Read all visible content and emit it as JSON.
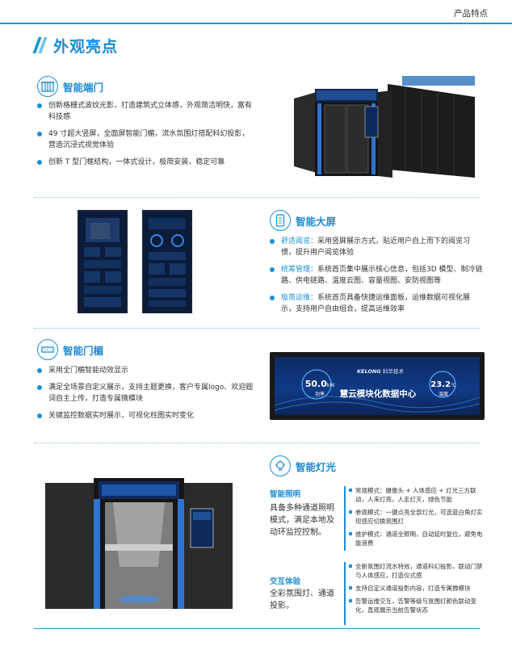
{
  "header": {
    "tag": "产品特点"
  },
  "page_title": "外观亮点",
  "sections": {
    "port": {
      "title": "智能端门",
      "bullets": [
        "创新格栅式波纹光影，打造建筑式立体感，外观简洁明快，富有科技感",
        "49 寸超大竖屏，全面屏智能门楣，流水氛围灯搭配科幻投影，营造沉浸式视觉体验",
        "创新 T 型门框结构，一体式设计，极简安装，稳定可靠"
      ]
    },
    "screen": {
      "title": "智能大屏",
      "bullets": [
        {
          "key": "舒适阅览：",
          "text": "采用竖屏展示方式，贴近用户自上而下的阅览习惯，提升用户阅览体验"
        },
        {
          "key": "统筹管理：",
          "text": "系统首页集中展示核心信息，包括3D 模型、制冷链路、供电链路、温度云图、容量视图、安防视图等"
        },
        {
          "key": "极简运维：",
          "text": "系统首页具备快捷运维面板，运维数据可视化展示，支持用户自由组合，提高运维效率"
        }
      ]
    },
    "lintel": {
      "title": "智能门楣",
      "bullets": [
        "采用全门楣智能动效显示",
        "满足全场景自定义展示，支持主题更换，客户专属logo、欢迎题词自主上传，打造专属微模块",
        "关键监控数据实时展示，可视化柱图实时变化"
      ],
      "banner": {
        "brand": "KELONG",
        "brand_cn": "科华技术",
        "headline": "慧云模块化数据中心",
        "left_value": "50.0",
        "left_unit": "kW",
        "left_label": "功率",
        "right_value": "23.2",
        "right_unit": "℃",
        "right_label": "温度"
      }
    },
    "light": {
      "title": "智能灯光",
      "smart_label": "智能照明",
      "smart_desc": "具备多种通道照明模式，满足本地及动环监控控制。",
      "smart_items": [
        "常规模式：摄像头 + 人体感应 + 灯光三方联动，人来灯亮，人走灯灭，绿色节能",
        "参观模式：一键点亮全部灯光，可选蓝白角灯实现感应切换氛围灯",
        "维护模式：通道全照明，自动延时复位，避免电能浪费"
      ],
      "interact_label": "交互体验",
      "interact_desc": "全彩氛围灯、通道投影。",
      "interact_items": [
        "全新氛围灯流水特效，通道科幻投影，联动门禁与人体感应，打造仪式感",
        "支持自定义通道投影内容，打造专属微模块",
        "告警运维交互，告警等级与氛围灯颜色联动变化，直观展示当前告警状态"
      ]
    }
  }
}
